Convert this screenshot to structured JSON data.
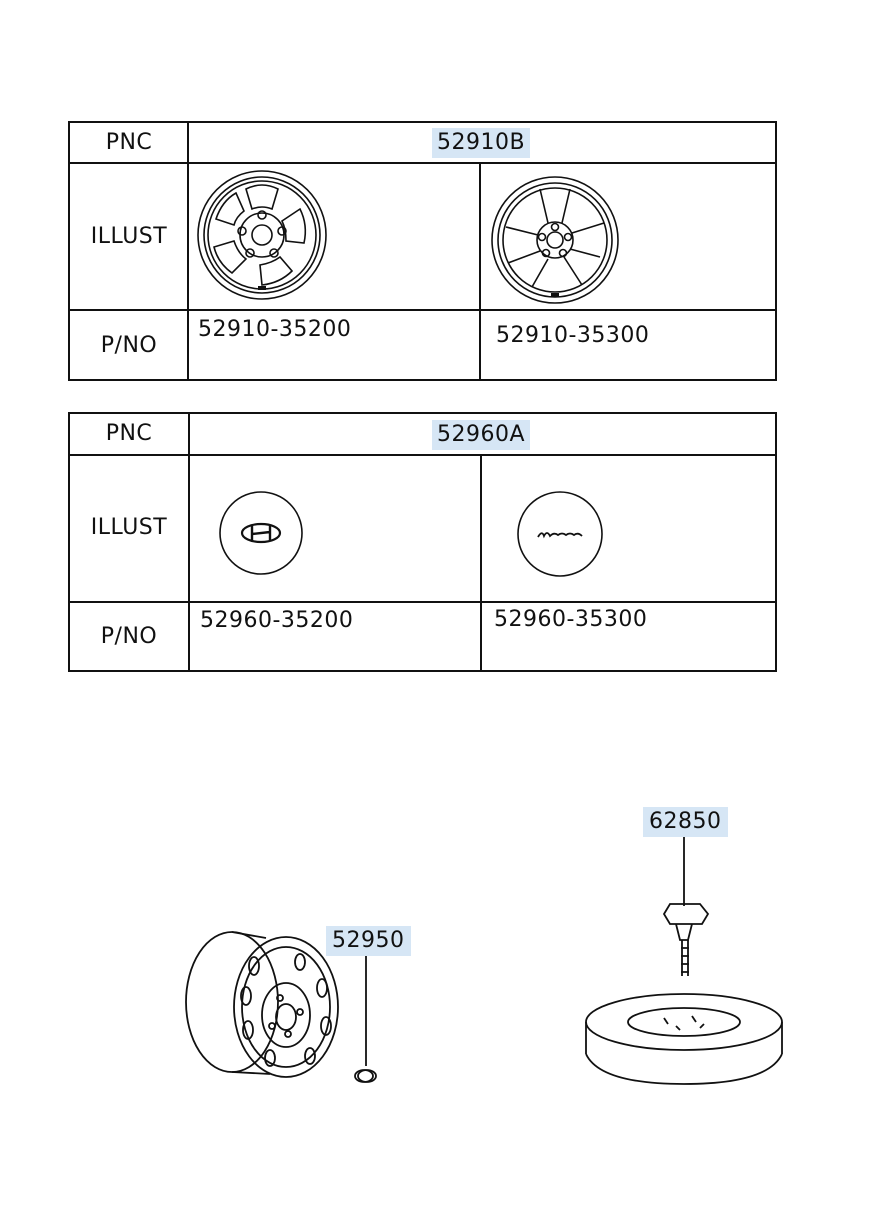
{
  "tables": [
    {
      "pnc_label": "PNC",
      "pnc_code": "52910B",
      "illust_label": "ILLUST",
      "pno_label": "P/NO",
      "parts": [
        {
          "part_number": "52910-35200",
          "illustration": "alloy-wheel-5-slot-icon"
        },
        {
          "part_number": "52910-35300",
          "illustration": "alloy-wheel-5-spoke-icon"
        }
      ]
    },
    {
      "pnc_label": "PNC",
      "pnc_code": "52960A",
      "illust_label": "ILLUST",
      "pno_label": "P/NO",
      "parts": [
        {
          "part_number": "52960-35200",
          "illustration": "hub-cap-hyundai-logo-icon"
        },
        {
          "part_number": "52960-35300",
          "illustration": "hub-cap-script-logo-icon"
        }
      ]
    }
  ],
  "callouts": {
    "spare_bolt": "62850",
    "wheel_valve": "52950"
  }
}
